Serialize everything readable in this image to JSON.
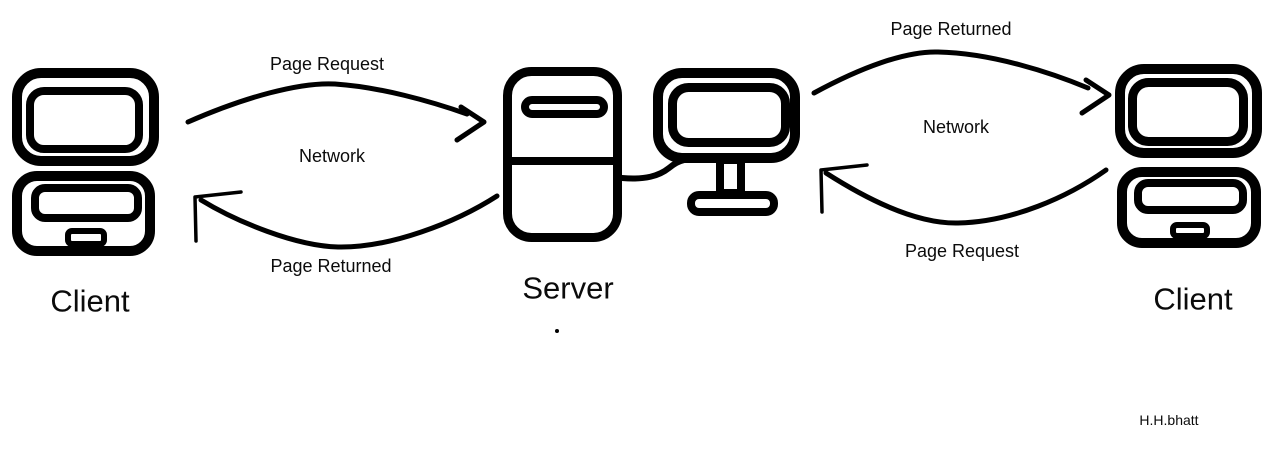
{
  "canvas": {
    "background_color": "#ffffff",
    "ink_color": "#000000",
    "text_color": "#0b0b0b"
  },
  "diagram": {
    "left_client": {
      "label": "Client"
    },
    "server": {
      "label": "Server"
    },
    "right_client": {
      "label": "Client"
    },
    "left_link": {
      "request_label": "Page Request",
      "network_label": "Network",
      "returned_label": "Page Returned"
    },
    "right_link": {
      "returned_label": "Page Returned",
      "network_label": "Network",
      "request_label": "Page Request"
    },
    "signature": "H.H.bhatt"
  }
}
